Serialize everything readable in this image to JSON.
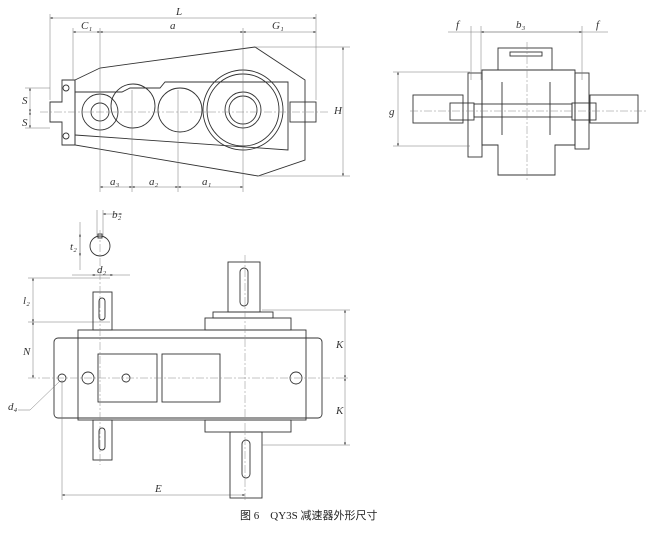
{
  "figure": {
    "caption": "图 6　QY3S 减速器外形尺寸",
    "front_view": {
      "dims": {
        "L": "L",
        "C1": "C₁",
        "a": "a",
        "G1": "G₁",
        "S_top": "S",
        "S_bottom": "S",
        "H": "H",
        "a3": "a₃",
        "a2": "a₂",
        "a1": "a₁"
      }
    },
    "side_view": {
      "dims": {
        "f_left": "f",
        "b3": "b₃",
        "f_right": "f",
        "g": "g"
      }
    },
    "plan_view": {
      "dims": {
        "b2": "b₂",
        "t2": "t₂",
        "d2": "d₂",
        "l2": "l₂",
        "N": "N",
        "K_top": "K",
        "K_bottom": "K",
        "d4": "d₄",
        "E": "E"
      }
    }
  }
}
